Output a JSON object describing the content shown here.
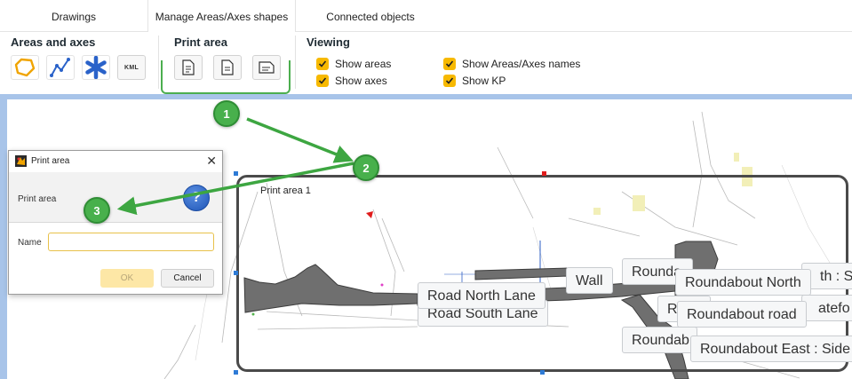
{
  "tabs": [
    {
      "label": "Drawings",
      "active": false
    },
    {
      "label": "Manage Areas/Axes shapes",
      "active": true
    },
    {
      "label": "Connected objects",
      "active": false
    }
  ],
  "ribbon": {
    "areas_group": {
      "title": "Areas and axes",
      "buttons": [
        {
          "icon": "polygon-area-icon"
        },
        {
          "icon": "polyline-axis-icon"
        },
        {
          "icon": "asterisk-icon"
        },
        {
          "icon": "kml-icon",
          "text": "KML"
        }
      ]
    },
    "print_group": {
      "title": "Print area",
      "buttons": [
        {
          "icon": "print-area-document-icon"
        },
        {
          "icon": "edit-print-area-icon"
        },
        {
          "icon": "landscape-print-area-icon"
        }
      ]
    },
    "viewing_group": {
      "title": "Viewing",
      "checkboxes": [
        {
          "label": "Show areas",
          "checked": true
        },
        {
          "label": "Show axes",
          "checked": true
        },
        {
          "label": "Show Areas/Axes names",
          "checked": true
        },
        {
          "label": "Show KP",
          "checked": true
        }
      ]
    }
  },
  "map": {
    "print_area_label": "Print area 1",
    "labels": [
      "Road North Lane",
      "Road South Lane",
      "Wall",
      "Roundabout North",
      "Roundabout road",
      "Roundabout East : Side",
      "Rounda",
      "Roundab",
      "R",
      "th : S",
      "atefo"
    ]
  },
  "dialog": {
    "title": "Print area",
    "header_label": "Print area",
    "name_label": "Name",
    "name_value": "",
    "name_placeholder": "",
    "ok_label": "OK",
    "cancel_label": "Cancel",
    "close_glyph": "✕",
    "help_glyph": "?"
  },
  "callouts": [
    "1",
    "2",
    "3"
  ],
  "colors": {
    "accent_green": "#48b04c",
    "checkbox_yellow": "#f7b900",
    "ribbon_icon_blue": "#2a62c9",
    "ribbon_icon_orange": "#f0a400",
    "road_fill": "#6f6f6f"
  }
}
